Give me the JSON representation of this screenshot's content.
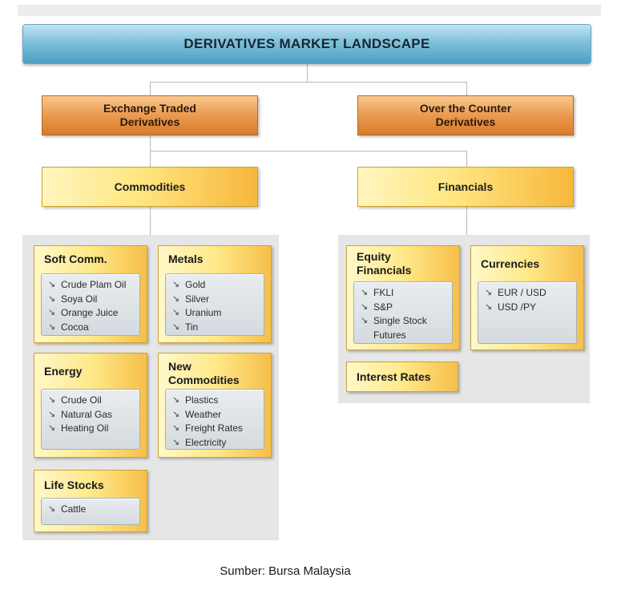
{
  "title": "DERIVATIVES MARKET LANDSCAPE",
  "level1": {
    "left": "Exchange Traded\nDerivatives",
    "right": "Over the Counter\nDerivatives"
  },
  "level2": {
    "left": "Commodities",
    "right": "Financials"
  },
  "commodities": {
    "soft": {
      "title": "Soft Comm.",
      "items": [
        "Crude Plam Oil",
        "Soya Oil",
        "Orange Juice",
        "Cocoa"
      ]
    },
    "metals": {
      "title": "Metals",
      "items": [
        "Gold",
        "Silver",
        "Uranium",
        "Tin"
      ]
    },
    "energy": {
      "title": "Energy",
      "items": [
        "Crude Oil",
        "Natural Gas",
        "Heating Oil"
      ]
    },
    "new": {
      "title": "New\nCommodities",
      "items": [
        "Plastics",
        "Weather",
        "Freight Rates",
        "Electricity"
      ]
    },
    "life": {
      "title": "Life Stocks",
      "items": [
        "Cattle"
      ]
    }
  },
  "financials": {
    "equity": {
      "title": "Equity\nFinancials",
      "items": [
        "FKLI",
        "S&P",
        "Single Stock\nFutures"
      ]
    },
    "currencies": {
      "title": "Currencies",
      "items": [
        "EUR / USD",
        "USD /PY"
      ]
    },
    "interest": {
      "title": "Interest Rates"
    }
  },
  "bullet_icon": "arrow-down-right-icon",
  "colors": {
    "title_blue": "#5aa9cb",
    "orange": "#e8964a",
    "yellow": "#ffe680",
    "panel_gray": "#e6e6e6"
  },
  "source": "Sumber: Bursa Malaysia"
}
